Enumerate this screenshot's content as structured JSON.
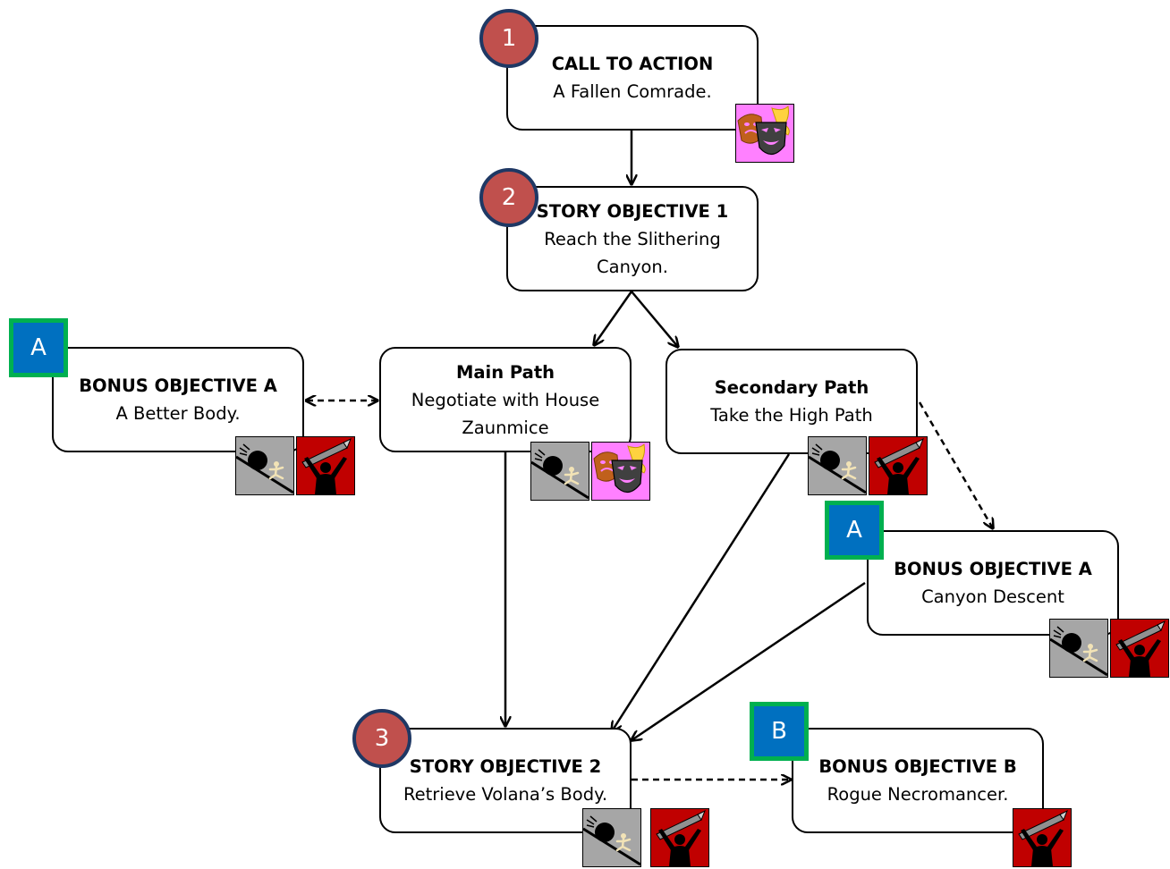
{
  "nodes": {
    "call_to_action": {
      "title": "CALL TO ACTION",
      "lines": [
        "A Fallen Comrade."
      ]
    },
    "story_objective_1": {
      "title": "STORY OBJECTIVE 1",
      "lines": [
        "Reach the Slithering",
        "Canyon."
      ]
    },
    "bonus_a_left": {
      "title": "BONUS OBJECTIVE A",
      "lines": [
        "A Better Body."
      ]
    },
    "main_path": {
      "title": "Main Path",
      "lines": [
        "Negotiate with House",
        "Zaunmice"
      ]
    },
    "secondary_path": {
      "title": "Secondary Path",
      "lines": [
        "Take the High Path"
      ]
    },
    "bonus_a_right": {
      "title": "BONUS OBJECTIVE A",
      "lines": [
        "Canyon Descent"
      ]
    },
    "story_objective_2": {
      "title": "STORY OBJECTIVE 2",
      "lines": [
        "Retrieve Volana’s Body."
      ]
    },
    "bonus_b": {
      "title": "BONUS OBJECTIVE B",
      "lines": [
        "Rogue Necromancer."
      ]
    }
  },
  "markers": {
    "step_1": "1",
    "step_2": "2",
    "step_3": "3",
    "bonus_a_left": "A",
    "bonus_a_right": "A",
    "bonus_b": "B"
  },
  "icon_types": {
    "social": "drama-masks-icon",
    "exploration": "boulder-trap-icon",
    "combat": "combat-warrior-icon"
  },
  "colors": {
    "step_circle": "#c0504d",
    "step_circle_border": "#1f3864",
    "bonus_square": "#0070c0",
    "bonus_square_border": "#00b050",
    "social_bg": "#ff80ff",
    "exploration_bg": "#a6a6a6",
    "combat_bg": "#c00000"
  }
}
